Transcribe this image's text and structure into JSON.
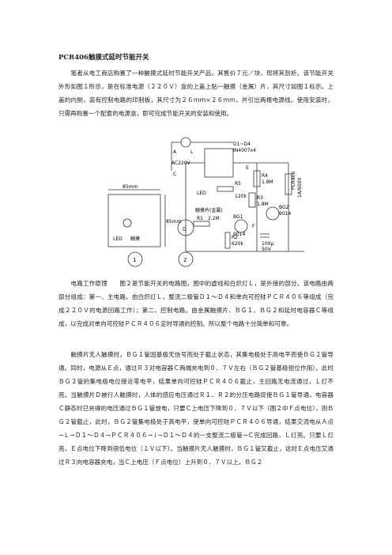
{
  "document": {
    "title": "PCR406触摸式延时节能开关",
    "paragraphs": [
      "　　笔者从电工商店购置了一种触摸式延时节能开关产品，其售价７元／块，现将其剖析。该节能开关外形如图１所示，是在标准电源（２２０Ｖ）盒的上盖上贴一触摸（金属）片，其尺寸如图１标示。上盖的内侧，装有控制电路的印制板，其尺寸为２６ｍｍ×２６ｍｍ，并引出两根电源线。使用安装时，只需再购置一个配套的电源盒，即可完成节能开关的安装和使用。",
      "　　电路工作原理　　图２是节能开关的电路图，图中的虚线和白炽灯Ｌ，是外接的部分。该电路由两部分组成：第一、主电路。由白炽灯Ｌ，整流二极管Ｄ１～Ｄ４和单向可控硅ＰＣＲ４０６等组成（完成２２０Ｖ的电源回路工作）；第二、控制电路。由金属触摸片、ＢＧ１、ＢＧ２和延时电容器Ｃ等组成，以完成对单向可控硅ＰＣＲ４０６定时导通的控制。所以整个电路十分简单和可靠。",
      "　　触摸片无人触摸时，ＢＧ１管因基极无信号而处于截止状态，其集电极处于高电平而使ＢＧ２管导通。同时，电源从Ｅ点，通过Ｒ３对电容器Ｃ两端充电到０．７Ｖ左右（ＢＧ２管基极钳位作用）。此时ＢＧ２管的集电极电位接近零电平，结果单向可控硅ＰＣＲ４０６截止，主回路无电流通过，Ｌ灯不亮。当触摸片Ｄ被行人触摸时，人体的感应电压通过Ｒ１、Ｒ２的分压电路促使ＢＧ１管导通，电容器Ｃ静态时已充得的电压通过ＢＧ１管放电，只要Ｃ上电压下降到０．７Ｖ以下（图２中Ｆ点电位），则ＢＧ２管截止，此时，ＢＧ２管集电极处于高电平，使单向可控硅ＰＣＲ４０６导通，结果交流电从Ａ点→Ｌ→Ｄ１～Ｄ４→ＰＣＲ４０６→↓→Ｄ１～Ｄ４的一支整流二极管→Ｃ完成回路，Ｌ灯亮。只要Ｌ灯亮，Ｅ点电位下降到很低电位（１Ｖ以下）。当触摸片无人触摸时，ＢＧ１管又截止，这时Ｅ点电压又通过Ｒ３向电容器充电，当Ｃ上电压（Ｆ点电位）上升到０．７Ｖ以上，ＢＧ２"
    ]
  },
  "figure": {
    "labels": {
      "A": "A",
      "AC220V": "AC220V",
      "C": "C",
      "L": "L",
      "D1D4": "D1~D4",
      "diode": "IN4007x4",
      "E": "E",
      "R4": "R4",
      "R4v": "1.8M",
      "R3": "R3",
      "R3v": "1.8M",
      "R5": "R5",
      "R5v": "120k",
      "LED": "LED",
      "touch": "触摸片(金属)",
      "R1": "R1",
      "R1v": "2.2M",
      "R2": "R2",
      "R2v": "620k",
      "BG1": "BG1",
      "BG1v": "9014",
      "BG2": "BG2",
      "BG2v": "9014",
      "Cv": "100μ",
      "Cv2": "50V",
      "PCR": "PCR406",
      "PCRv": "1A/600V",
      "F": "F",
      "D": "D",
      "dim1": "85mm",
      "dim2": "85mm",
      "led1": "LED",
      "touch1": "触摸",
      "n1": "1",
      "n2": "2"
    }
  }
}
